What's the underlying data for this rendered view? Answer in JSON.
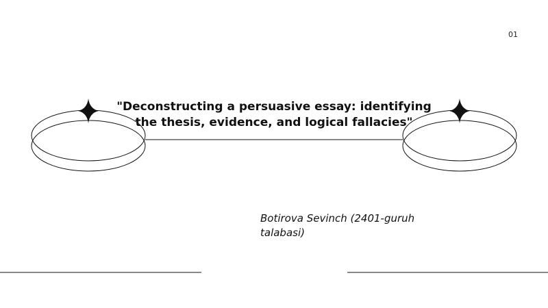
{
  "slide": {
    "page_number": "01",
    "title_lines": [
      "\"Deconstructing a persuasive essay: identifying",
      "the thesis, evidence, and logical fallacies\""
    ],
    "author_lines": [
      "Botirova Sevinch (2401-guruh",
      "talabasi)"
    ]
  },
  "decorations": {
    "left_ring_icon": "double-ellipse-ring",
    "right_ring_icon": "double-ellipse-ring",
    "sparkle_icon": "four-point-star",
    "line_color": "#111111"
  }
}
